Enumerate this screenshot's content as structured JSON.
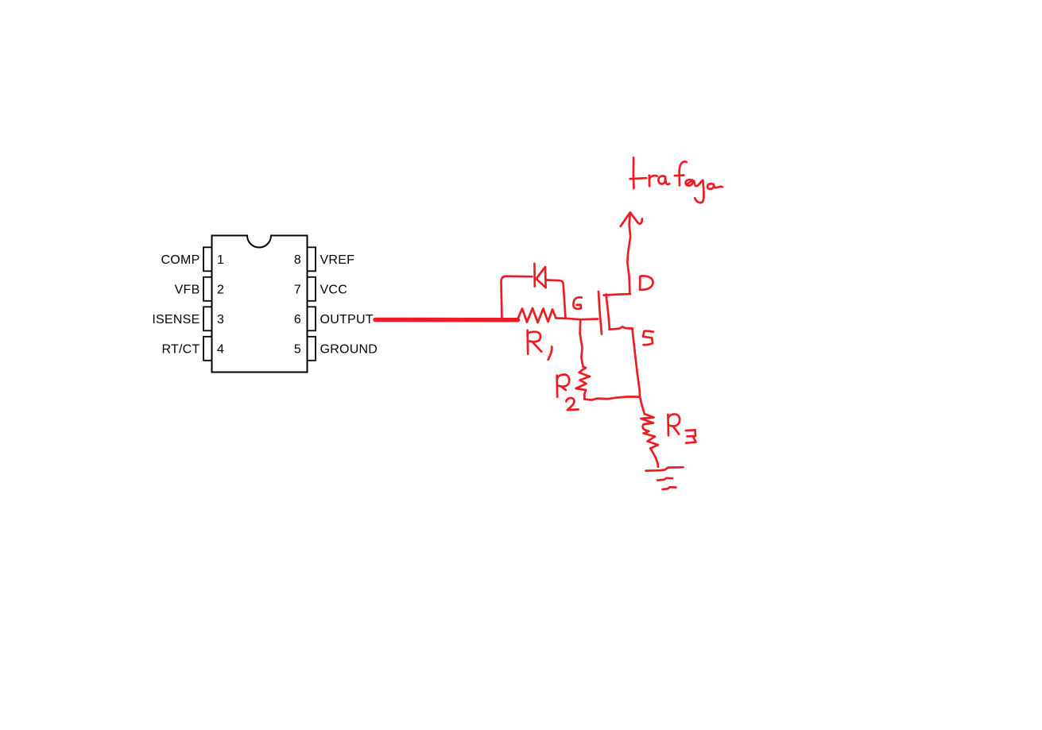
{
  "page": {
    "background_color": "#ffffff",
    "ink_color": "#ed1c24",
    "line_color": "#000000",
    "description": "8-pin PWM controller IC pinout diagram with hand-drawn red MOSFET gate-drive circuit sketch"
  },
  "ic": {
    "package": "8-pin DIP, top view with notch",
    "pins": {
      "left": [
        {
          "num": "1",
          "label": "COMP"
        },
        {
          "num": "2",
          "label": "VFB"
        },
        {
          "num": "3",
          "label": "ISENSE"
        },
        {
          "num": "4",
          "label": "RT/CT"
        }
      ],
      "right": [
        {
          "num": "8",
          "label": "VREF"
        },
        {
          "num": "7",
          "label": "VCC"
        },
        {
          "num": "6",
          "label": "OUTPUT"
        },
        {
          "num": "5",
          "label": "GROUND"
        }
      ]
    }
  },
  "sketch": {
    "annotations": {
      "transformer": "trafoya",
      "gate": "G",
      "drain": "D",
      "source": "S",
      "resistor1": "R1",
      "resistor1_sub": "1",
      "resistor2": "R2",
      "resistor2_sub": "2",
      "resistor3": "R3",
      "resistor3_sub": "3"
    },
    "elements": [
      "thick wire from OUTPUT pin 6",
      "series gate resistor R1 with anti-parallel diode",
      "N-channel MOSFET with gate, drain, source",
      "arrow from drain up to transformer (trafoya)",
      "gate-source resistor R2",
      "source sense resistor R3 to ground"
    ]
  }
}
